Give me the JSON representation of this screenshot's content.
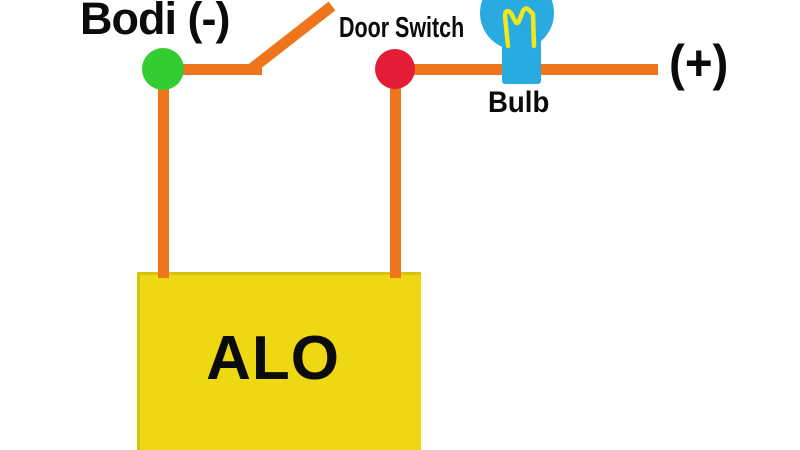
{
  "labels": {
    "negative_terminal": "Bodi (-)",
    "door_switch": "Door Switch",
    "bulb": "Bulb",
    "positive_terminal": "(+)",
    "component_box": "ALO"
  },
  "colors": {
    "wire": "#ee751c",
    "negative_dot": "#33cc33",
    "switch_dot": "#e51c38",
    "bulb_glass": "#29abe2",
    "bulb_filament": "#f0e81e",
    "box_fill": "#eed713",
    "text": "#0b0b0b",
    "background": "#ffffff"
  },
  "diagram": {
    "type": "circuit",
    "switch_state": "open",
    "connections": [
      "negative terminal to open door switch arm",
      "negative terminal down to ALO box",
      "door switch node down to ALO box",
      "door switch node through bulb to positive terminal"
    ]
  }
}
